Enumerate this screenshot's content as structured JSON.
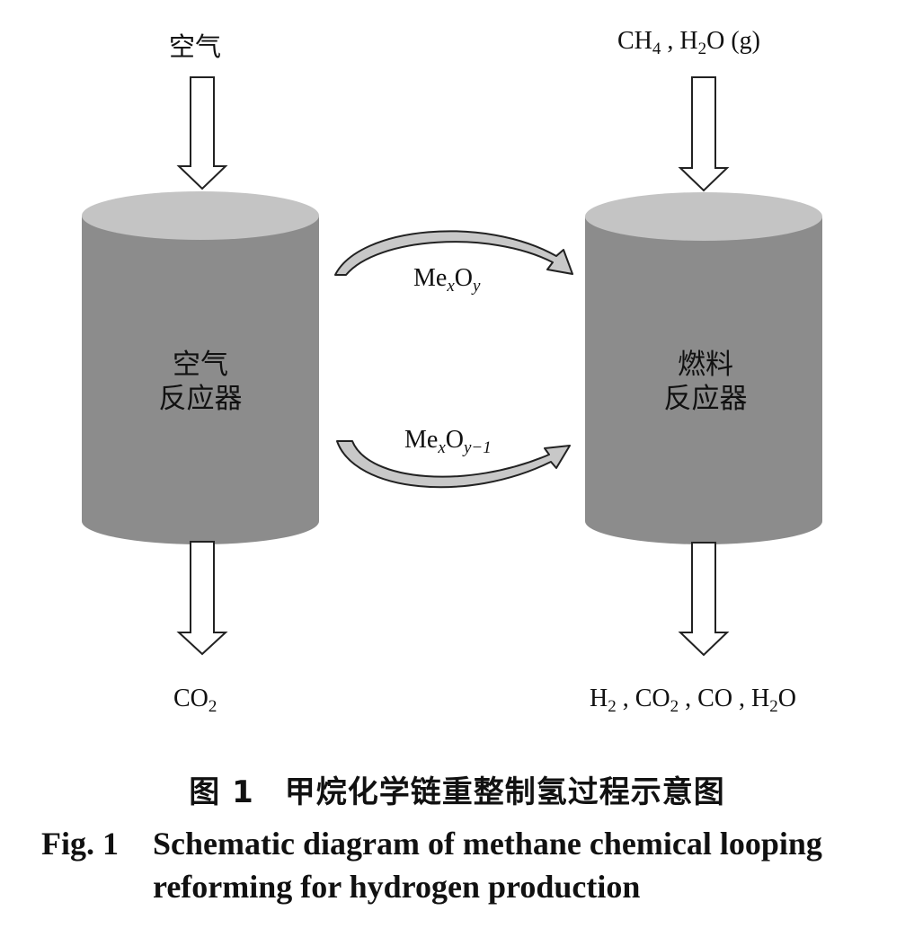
{
  "inputs": {
    "left": "空气",
    "right": {
      "a": "CH",
      "a_sub": "4",
      "b": " , H",
      "b_sub": "2",
      "c": "O (g)"
    }
  },
  "reactors": {
    "left": {
      "line1": "空气",
      "line2": "反应器"
    },
    "right": {
      "line1": "燃料",
      "line2": "反应器"
    }
  },
  "cycle": {
    "top": {
      "base": "Me",
      "x": "x",
      "o": "O",
      "y": "y"
    },
    "bottom": {
      "base": "Me",
      "x": "x",
      "o": "O",
      "y": "y−1"
    }
  },
  "outputs": {
    "left": {
      "a": "CO",
      "a_sub": "2"
    },
    "right": {
      "a": "H",
      "a_sub": "2",
      "b": " , CO",
      "b_sub": "2",
      "c": " , CO , H",
      "c_sub": "2",
      "d": "O"
    }
  },
  "caption": {
    "cn_num": "图 1",
    "cn_text": "甲烷化学链重整制氢过程示意图",
    "en_num": "Fig. 1",
    "en_line1": "Schematic diagram of methane chemical looping",
    "en_line2": "reforming for hydrogen production"
  },
  "colors": {
    "cylinder_body": "#8c8c8c",
    "cylinder_top": "#c4c4c4",
    "loop_arrow": "#c8c8c8"
  }
}
